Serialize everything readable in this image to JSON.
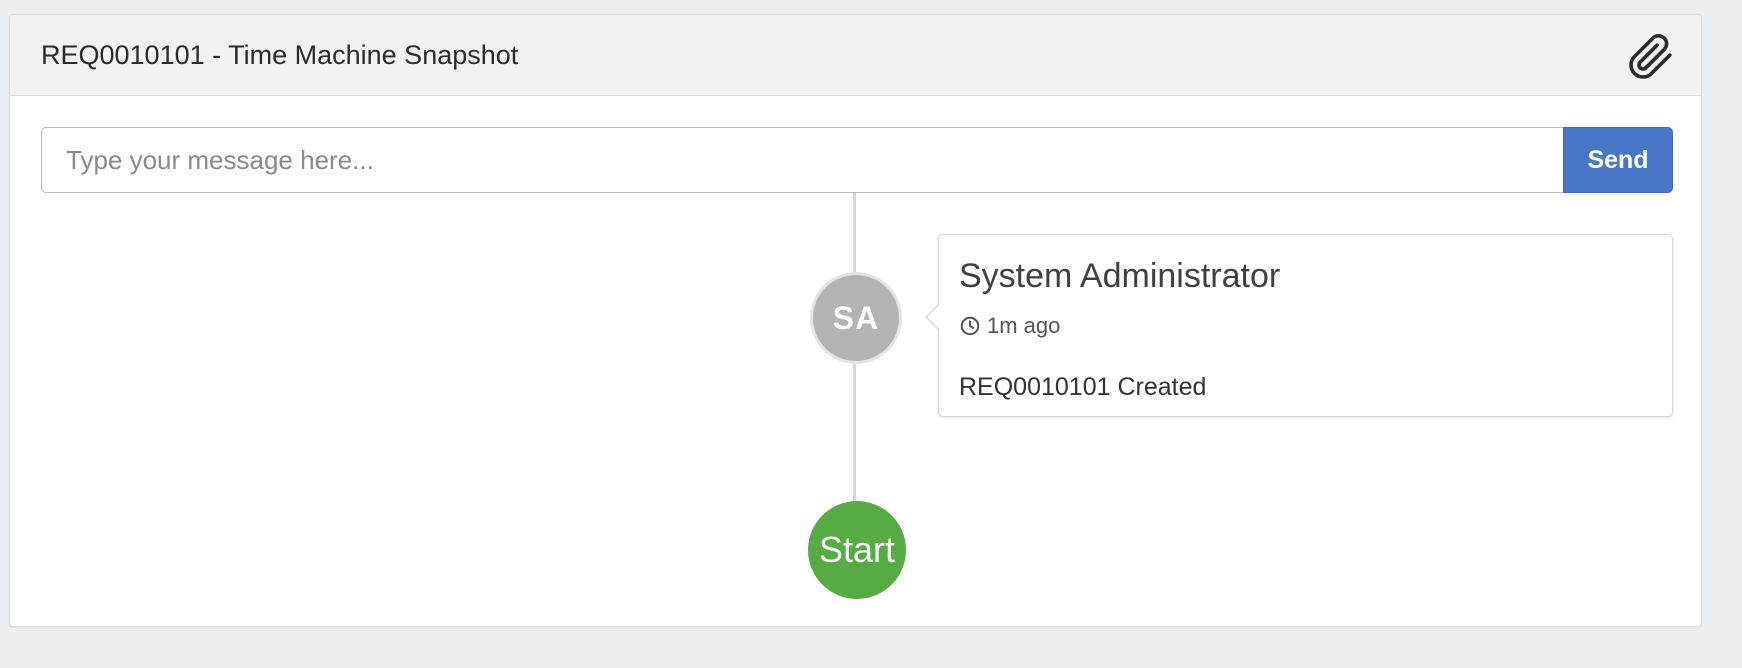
{
  "panel": {
    "title": "REQ0010101 - Time Machine Snapshot",
    "attach_icon": "paperclip-icon"
  },
  "composer": {
    "placeholder": "Type your message here...",
    "value": "",
    "send_label": "Send"
  },
  "timeline": {
    "entries": [
      {
        "avatar_initials": "SA",
        "author": "System Administrator",
        "time_icon": "clock-icon",
        "time": "1m ago",
        "body": "REQ0010101 Created"
      }
    ],
    "start_label": "Start"
  },
  "colors": {
    "send_button": "#4a76c8",
    "start_node": "#57ab44",
    "avatar": "#b3b3b3",
    "page_background": "#eceff1",
    "header_background": "#f2f2f2"
  }
}
